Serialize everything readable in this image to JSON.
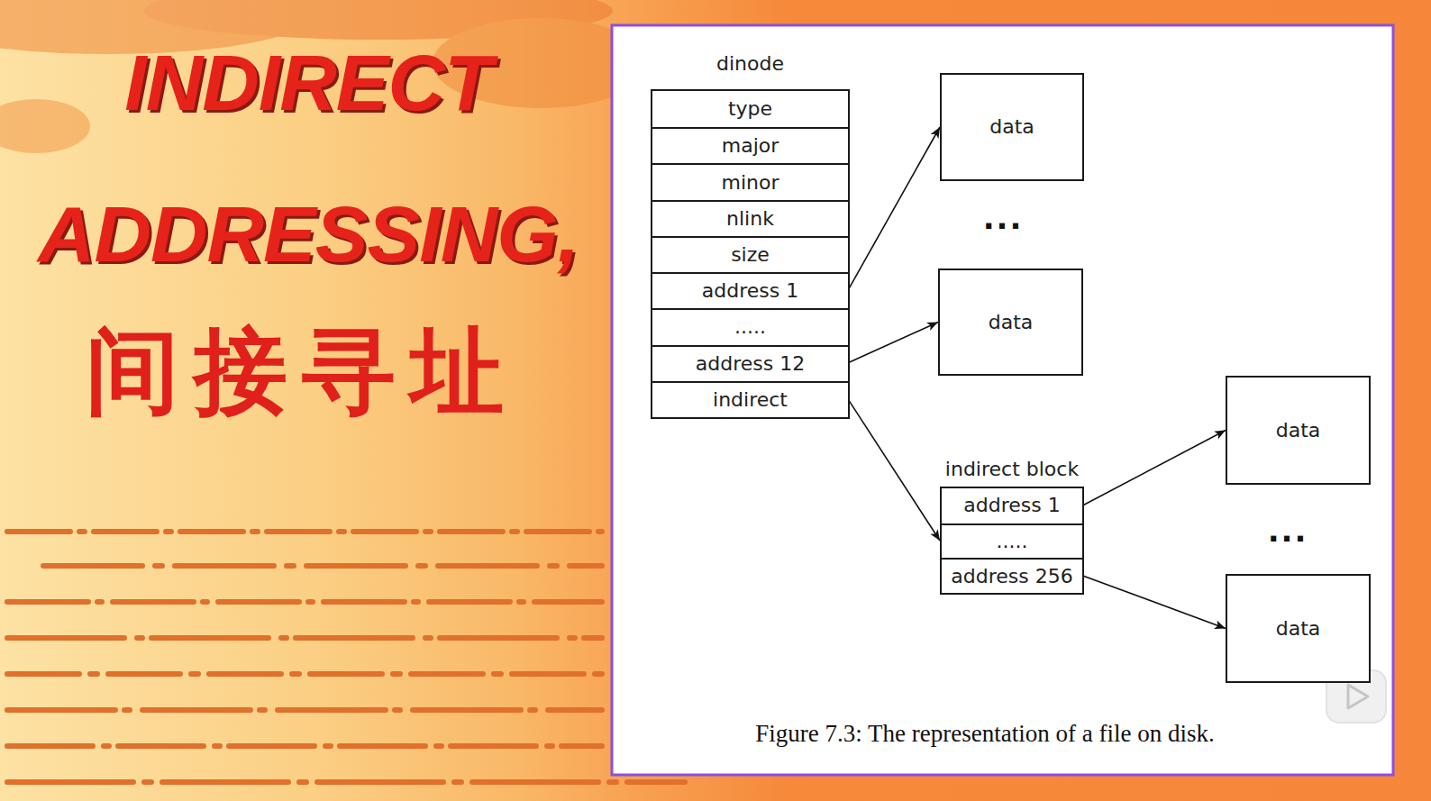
{
  "diagram": {
    "title": "INDIRECT ADDRESSING,",
    "caption": "Figure 7.3: The representation of a file on disk.",
    "nodes": [
      {
        "text": [
          "dinode"
        ]
      },
      {
        "text": [
          "type"
        ],
        "in": 0
      },
      {
        "text": [
          "major"
        ],
        "in": 0
      },
      {
        "text": [
          "minor"
        ],
        "in": 0
      },
      {
        "text": [
          "nlink"
        ],
        "in": 0
      },
      {
        "text": [
          "size"
        ],
        "in": 0
      },
      {
        "text": [
          "address 1"
        ],
        "in": 0
      },
      {
        "text": [
          "....."
        ],
        "in": 0
      },
      {
        "text": [
          "address 12"
        ],
        "in": 0
      },
      {
        "text": [
          "indirect"
        ],
        "in": 0
      },
      {
        "text": [
          "data"
        ]
      },
      {
        "text": [
          "data"
        ]
      },
      {
        "text": [
          "indirect block"
        ]
      },
      {
        "text": [
          "address 1"
        ],
        "in": 12
      },
      {
        "text": [
          "....."
        ],
        "in": 12
      },
      {
        "text": [
          "address 256"
        ],
        "in": 12
      },
      {
        "text": [
          "data"
        ]
      },
      {
        "text": [
          "data"
        ]
      }
    ],
    "edges": [
      {
        "from": 6,
        "to": 10,
        "arrow": "to"
      },
      {
        "from": 8,
        "to": 11,
        "arrow": "to"
      },
      {
        "from": 9,
        "to": 12,
        "arrow": "to"
      },
      {
        "from": 13,
        "to": 16,
        "arrow": "to"
      },
      {
        "from": 15,
        "to": 17,
        "arrow": "to"
      }
    ],
    "labels": [
      "间接寻址",
      "...",
      "..."
    ]
  }
}
